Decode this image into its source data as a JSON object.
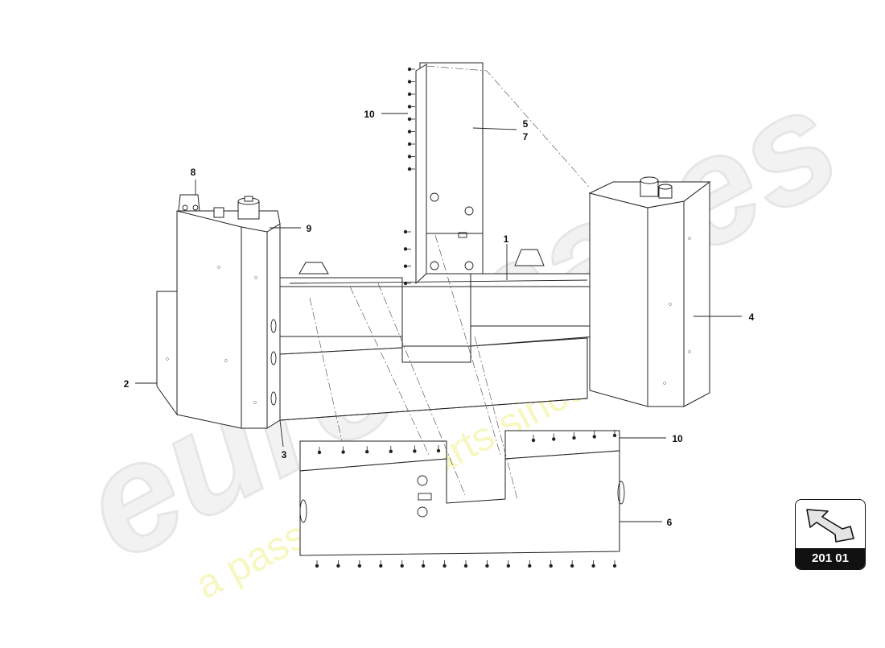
{
  "watermark": {
    "brand": "eurospares",
    "tagline": "a passion for parts since 1985"
  },
  "callouts": {
    "c1": "1",
    "c2": "2",
    "c3": "3",
    "c4": "4",
    "c5": "5",
    "c6": "6",
    "c7": "7",
    "c8": "8",
    "c9": "9",
    "c10_top": "10",
    "c10_bottom": "10"
  },
  "reference": {
    "code": "201 01",
    "icon": "direction-arrow-icon"
  }
}
